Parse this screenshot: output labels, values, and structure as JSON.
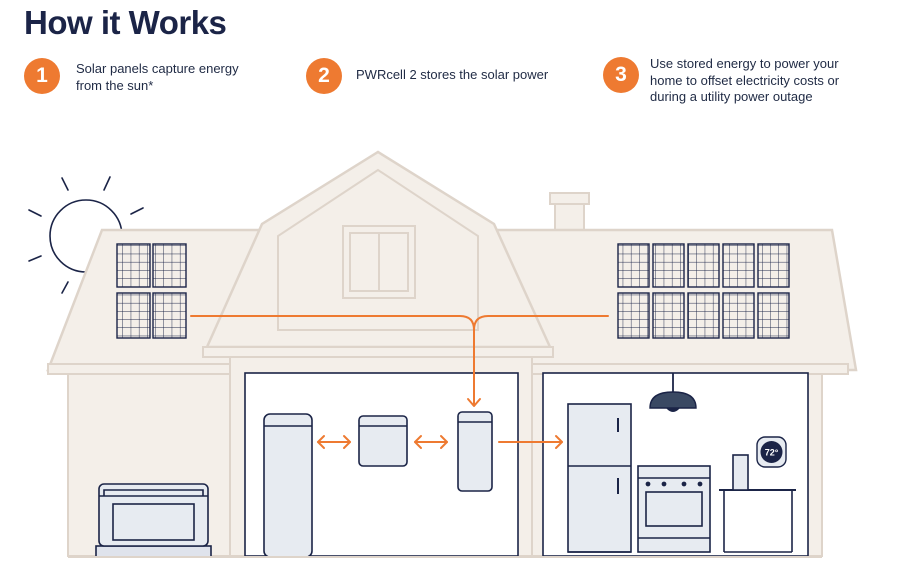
{
  "title": "How it Works",
  "steps": [
    {
      "number": "1",
      "text": "Solar panels capture energy\nfrom the sun*"
    },
    {
      "number": "2",
      "text": "PWRcell 2 stores the solar power"
    },
    {
      "number": "3",
      "text": "Use stored energy to power your\nhome to offset electricity costs or\nduring a utility power outage"
    }
  ],
  "thermostat_reading": "72°",
  "colors": {
    "accent": "#ee7a31",
    "navy": "#1b2447",
    "wall": "#f4efe9",
    "outline": "#ded4ca",
    "appliance": "#e7ebf1",
    "panel": "#dfe3ec"
  }
}
